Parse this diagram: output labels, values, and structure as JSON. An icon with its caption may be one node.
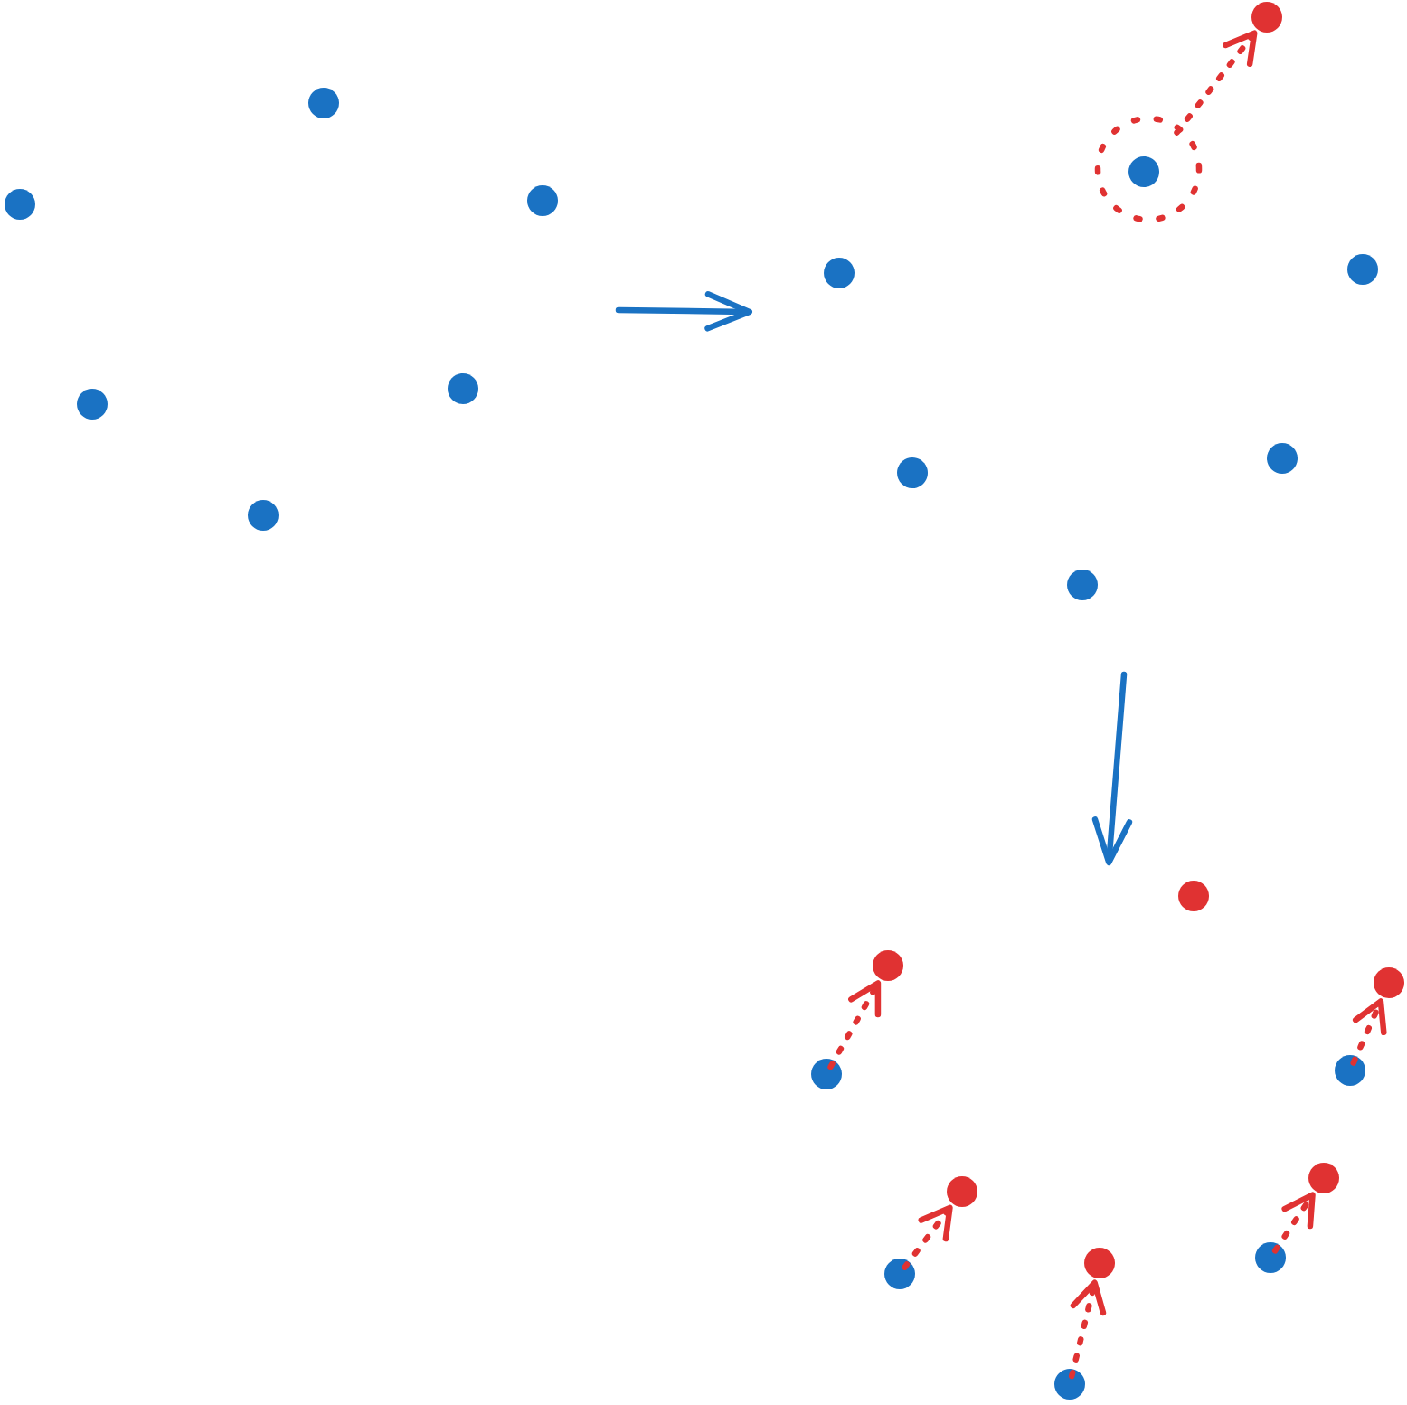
{
  "diagram": {
    "nodes": [
      {
        "text": [],
        "shape": "circle"
      },
      {
        "text": [],
        "shape": "circle"
      },
      {
        "text": [],
        "shape": "circle"
      },
      {
        "text": [],
        "shape": "circle"
      },
      {
        "text": [],
        "shape": "circle"
      },
      {
        "text": [],
        "shape": "circle"
      },
      {
        "text": [],
        "shape": "circle"
      },
      {
        "text": [],
        "shape": "circle"
      },
      {
        "text": [],
        "shape": "circle",
        "in": 7
      },
      {
        "text": [],
        "shape": "circle"
      },
      {
        "text": [],
        "shape": "circle"
      },
      {
        "text": [],
        "shape": "circle"
      },
      {
        "text": [],
        "shape": "circle"
      },
      {
        "text": [],
        "shape": "circle"
      },
      {
        "text": [],
        "shape": "circle"
      },
      {
        "text": [],
        "shape": "circle"
      },
      {
        "text": [],
        "shape": "circle"
      },
      {
        "text": [],
        "shape": "circle"
      },
      {
        "text": [],
        "shape": "circle"
      },
      {
        "text": [],
        "shape": "circle"
      },
      {
        "text": [],
        "shape": "circle"
      },
      {
        "text": [],
        "shape": "circle"
      },
      {
        "text": [],
        "shape": "circle"
      },
      {
        "text": [],
        "shape": "circle"
      },
      {
        "text": [],
        "shape": "circle"
      }
    ],
    "edges": [
      {
        "from": 7,
        "to": 6,
        "arrow": "to",
        "style": "dashed"
      },
      {
        "from": 17,
        "to": 15,
        "arrow": "to",
        "style": "dashed"
      },
      {
        "from": 18,
        "to": 16,
        "arrow": "to",
        "style": "dashed"
      },
      {
        "from": 23,
        "to": 20,
        "arrow": "to",
        "style": "dashed"
      },
      {
        "from": 24,
        "to": 22,
        "arrow": "to",
        "style": "dashed"
      },
      {
        "from": 21,
        "to": 19,
        "arrow": "to",
        "style": "dashed"
      }
    ]
  }
}
